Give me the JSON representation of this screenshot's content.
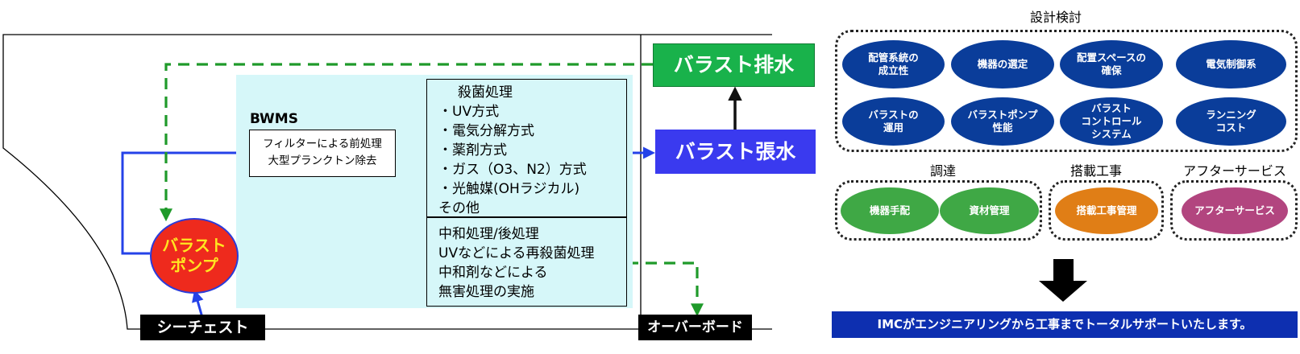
{
  "flow": {
    "bwms_label": "BWMS",
    "pre_treatment": [
      "フィルターによる前処理",
      "大型プランクトン除去"
    ],
    "sterilization_title": "殺菌処理",
    "sterilization_items": [
      "・UV方式",
      "・電気分解方式",
      "・薬剤方式",
      "・ガス（O3、N2）方式",
      "・光触媒(OHラジカル)",
      "その他"
    ],
    "post_treatment": [
      "中和処理/後処理",
      "UVなどによる再殺菌処理",
      "中和剤などによる",
      "無害処理の実施"
    ],
    "ballast_discharge": "バラスト排水",
    "ballast_intake": "バラスト張水",
    "pump": [
      "バラスト",
      "ポンプ"
    ],
    "sea_chest": "シーチェスト",
    "overboard": "オーバーボード"
  },
  "support": {
    "design_title": "設計検討",
    "design_items": [
      [
        "配管系統の",
        "成立性"
      ],
      [
        "機器の選定"
      ],
      [
        "配置スペースの",
        "確保"
      ],
      [
        "電気制御系"
      ],
      [
        "バラストの",
        "運用"
      ],
      [
        "バラストポンプ",
        "性能"
      ],
      [
        "バラスト",
        "コントロール",
        "システム"
      ],
      [
        "ランニング",
        "コスト"
      ]
    ],
    "procurement_title": "調達",
    "procurement_items": [
      "機器手配",
      "資材管理"
    ],
    "installation_title": "搭載工事",
    "installation_items": [
      "搭載工事管理"
    ],
    "after_title": "アフターサービス",
    "after_items": [
      "アフターサービス"
    ],
    "banner": "IMCがエンジニアリングから工事までトータルサポートいたします。"
  },
  "colors": {
    "flow_blue": "#2442e8",
    "flow_green_dashed": "#1f9a2a",
    "design_oval": "#0a3d9a"
  }
}
